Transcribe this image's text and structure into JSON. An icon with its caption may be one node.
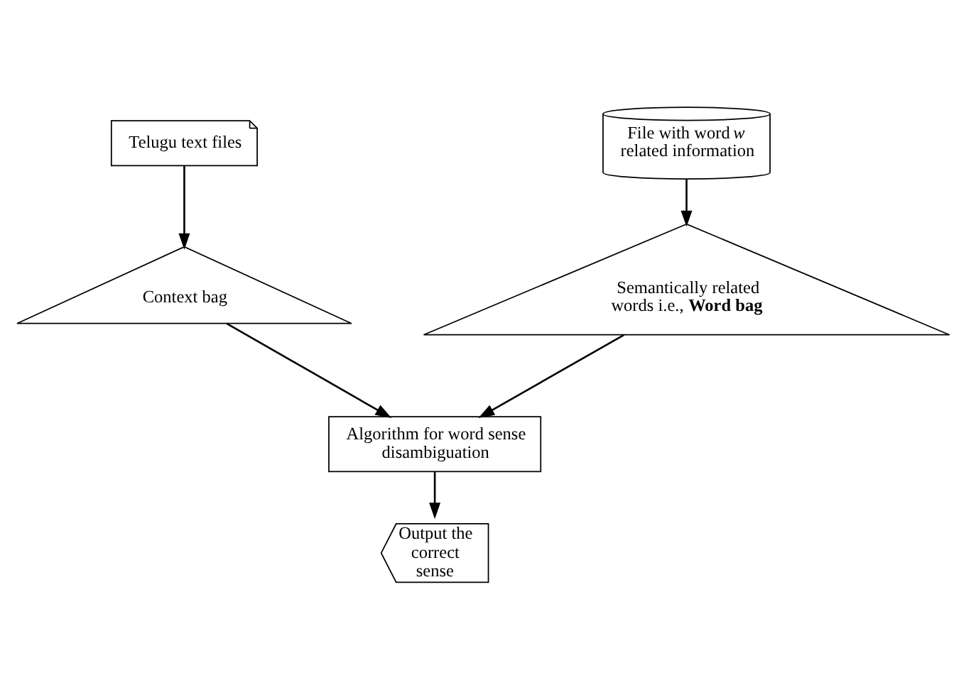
{
  "diagram": {
    "nodes": [
      {
        "text": [
          "Telugu text files"
        ]
      },
      {
        "text": [
          "File with word *w* related information"
        ]
      },
      {
        "text": [
          "Context bag"
        ]
      },
      {
        "text": [
          "Semantically related words i.e., **Word bag**"
        ]
      },
      {
        "text": [
          "Algorithm for word sense disambiguation"
        ]
      },
      {
        "text": [
          "Output the correct sense"
        ]
      }
    ],
    "edges": [
      {
        "from": 0,
        "to": 2,
        "arrow": "to"
      },
      {
        "from": 1,
        "to": 3,
        "arrow": "to"
      },
      {
        "from": 2,
        "to": 4,
        "arrow": "to"
      },
      {
        "from": 3,
        "to": 4,
        "arrow": "to"
      },
      {
        "from": 4,
        "to": 5,
        "arrow": "to"
      }
    ]
  }
}
